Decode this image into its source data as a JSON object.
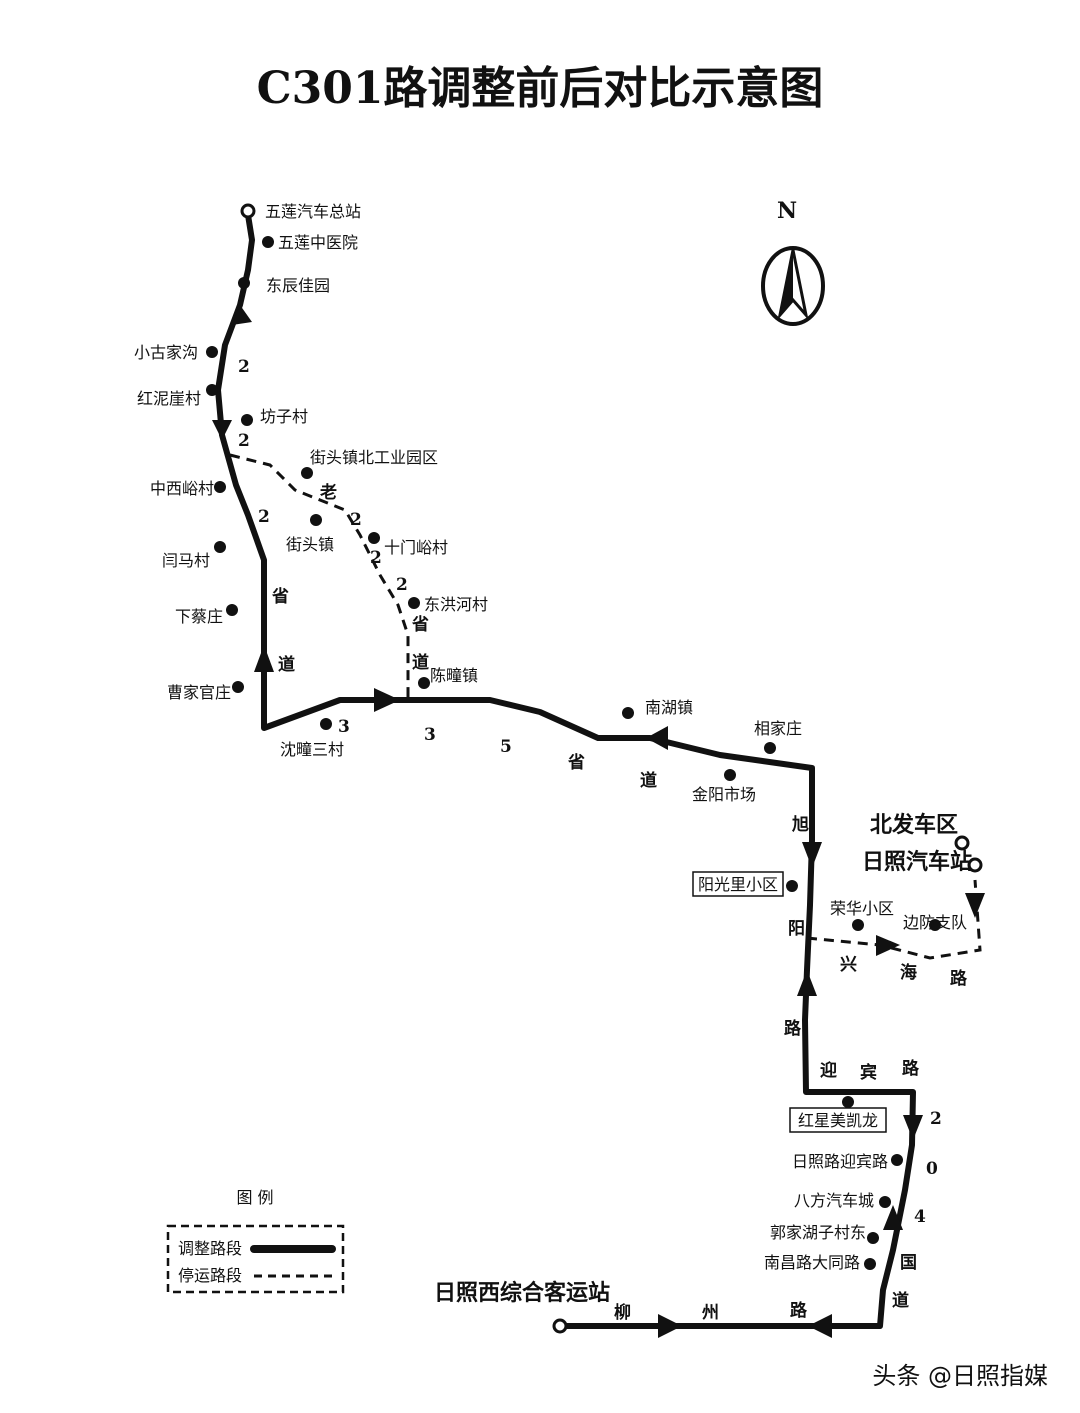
{
  "title": "C301路调整前后对比示意图",
  "compass_label": "N",
  "stations": {
    "wulian_terminal": "五莲汽车总站",
    "wulian_hospital": "五莲中医院",
    "dongchen": "东辰佳园",
    "xiaogujiagou": "小古家沟",
    "hongniya": "红泥崖村",
    "fangzi": "坊子村",
    "jietou_industrial": "街头镇北工业园区",
    "zhongxiyu": "中西峪村",
    "jietou": "街头镇",
    "shimenyu": "十门峪村",
    "yanma": "闫马村",
    "xiacaizhuang": "下蔡庄",
    "donghonghe": "东洪河村",
    "caojiaguanzhuang": "曹家官庄",
    "chenfeng": "陈疃镇",
    "shenfeng3": "沈疃三村",
    "nanhu": "南湖镇",
    "xiangjiazhuang": "相家庄",
    "jinyang_market": "金阳市场",
    "yangguangli": "阳光里小区",
    "ronghua": "荣华小区",
    "bianfang": "边防支队",
    "beifang": "北发车区",
    "rizhao_bus": "日照汽车站",
    "hongxing": "红星美凯龙",
    "rizhao_yingbin": "日照路迎宾路",
    "bafang": "八方汽车城",
    "guojiahu": "郭家湖子村东",
    "nanchang": "南昌路大同路",
    "rizhao_west": "日照西综合客运站"
  },
  "road_labels": {
    "s222_upper": "2",
    "s222_mid": "2",
    "s222_lower": "2",
    "sheng_left": "省",
    "dao_left": "道",
    "old": "老",
    "old_2a": "2",
    "old_2b": "2",
    "old_2c": "2",
    "old_sheng": "省",
    "old_dao": "道",
    "s335_3a": "3",
    "s335_3b": "3",
    "s335_5": "5",
    "s335_sheng": "省",
    "s335_dao": "道",
    "xu": "旭",
    "yang": "阳",
    "lu_xuyang": "路",
    "xing": "兴",
    "hai": "海",
    "lu_xinghai": "路",
    "ying": "迎",
    "bin": "宾",
    "lu_yingbin": "路",
    "g204_2": "2",
    "g204_0": "0",
    "g204_4": "4",
    "guo": "国",
    "dao_g": "道",
    "liu": "柳",
    "zhou": "州",
    "lu_liuzhou": "路"
  },
  "legend": {
    "title": "图 例",
    "adjusted": "调整路段",
    "suspended": "停运路段"
  },
  "watermark": "头条 @日照指媒"
}
